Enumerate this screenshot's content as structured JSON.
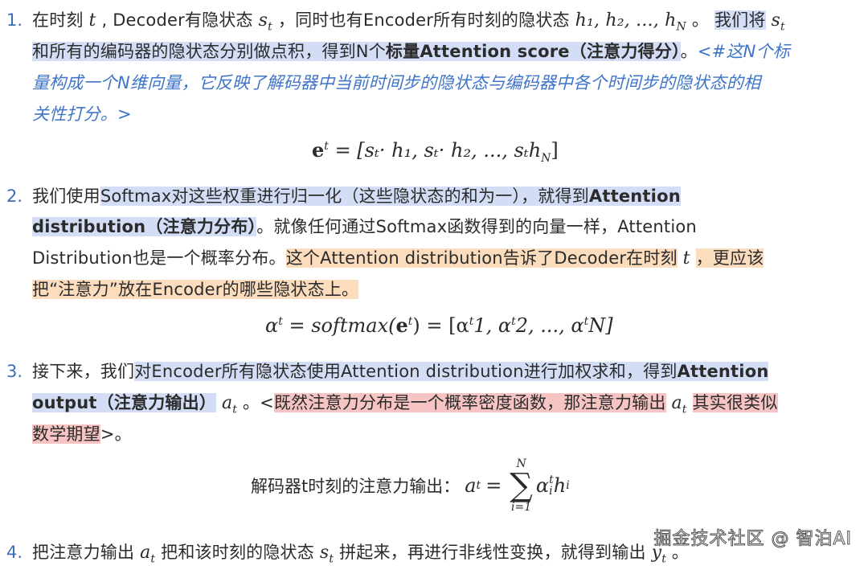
{
  "items": [
    {
      "number": "1.",
      "l1_a": "在时刻",
      "l1_t": "t",
      "l1_b": " , Decoder有隐状态",
      "l1_st": "s",
      "l1_st_sub": "t",
      "l1_c": " ，同时也有Encoder所有时刻的隐状态",
      "l1_h": "h₁, h₂, ..., h",
      "l1_h_sub": "N",
      "l1_d": " 。",
      "l1_hl": "我们将",
      "l1_s2": "s",
      "l1_s2_sub": "t",
      "l2_a": "和所有的编码器的隐状态分别做点积，得到N个",
      "l2_bold": "标量Attention score（注意力得分）",
      "l2_c": "。",
      "l2_note": "<#这N个标",
      "l3_note": "量构成一个N维向量，它反映了解码器中当前时间步的隐状态与编码器中各个时间步的隐状态的相",
      "l4_note": "关性打分。>"
    },
    {
      "number": "2.",
      "l1_a": "我们使用",
      "l1_hl": "Softmax对这些权重进行归一化（这些隐状态的和为一），就得到",
      "l1_bold": "Attention",
      "l2_bold": "distribution（注意力分布）",
      "l2_c": "。就像任何通过Softmax函数得到的向量一样，Attention",
      "l3_a": "Distribution也是一个概率分布。",
      "l3_hl": "这个Attention distribution告诉了Decoder在时刻",
      "l3_t": "t",
      "l3_hl2": "，更应该",
      "l4_hl": "把“注意力”放在Encoder的哪些隐状态上。"
    },
    {
      "number": "3.",
      "l1_a": "接下来，我们",
      "l1_hl": "对Encoder所有隐状态使用Attention distribution进行加权求和，得到",
      "l1_bold": "Attention",
      "l2_bold": "output（注意力输出）",
      "l2_at": "a",
      "l2_at_sub": "t",
      "l2_c": " 。<",
      "l2_red": "既然注意力分布是一个概率密度函数，那注意力输出",
      "l2_at2": "a",
      "l2_at2_sub": "t",
      "l2_red2": "其实很类似",
      "l3_red": "数学期望",
      "l3_c": ">。"
    },
    {
      "number": "4.",
      "l1_a": "把注意力输出",
      "l1_at": "a",
      "l1_at_sub": "t",
      "l1_b": "把和该时刻的隐状态",
      "l1_st": "s",
      "l1_st_sub": "t",
      "l1_c": "拼起来，再进行非线性变换，就得到输出",
      "l1_yt": "y",
      "l1_yt_sub": "t",
      "l1_d": " 。"
    }
  ],
  "formulas": {
    "f1": "eᵗ = [sₜ· h₁, sₜ· h₂, ..., sₜhₙ]",
    "f1_lhs": "e",
    "f1_rhs": "= [sₜ· h₁, sₜ· h₂, ..., sₜh",
    "f1_rhs_sub": "N",
    "f2_lhs": "α",
    "f2_mid": "= softmax(",
    "f2_e": "e",
    "f2_rhs": ") = [α",
    "f2_rest": "1, α",
    "f2_rest2": "2, ..., α",
    "f2_end": "N]",
    "f3_label": "解码器t时刻的注意力输出：",
    "f3_lhs": "a",
    "f3_eq": "=",
    "f3_upper": "N",
    "f3_lower": "i=1",
    "f3_sigma": "∑",
    "f3_term": "α",
    "f3_h": "h"
  },
  "watermark": "掘金技术社区 @ 智泊AI",
  "colors": {
    "number": "#3d6fb6",
    "highlight_blue": "#d3ddf5",
    "highlight_orange": "#fbdcbc",
    "highlight_red": "#f7c4c4",
    "note": "#3e74c9"
  }
}
